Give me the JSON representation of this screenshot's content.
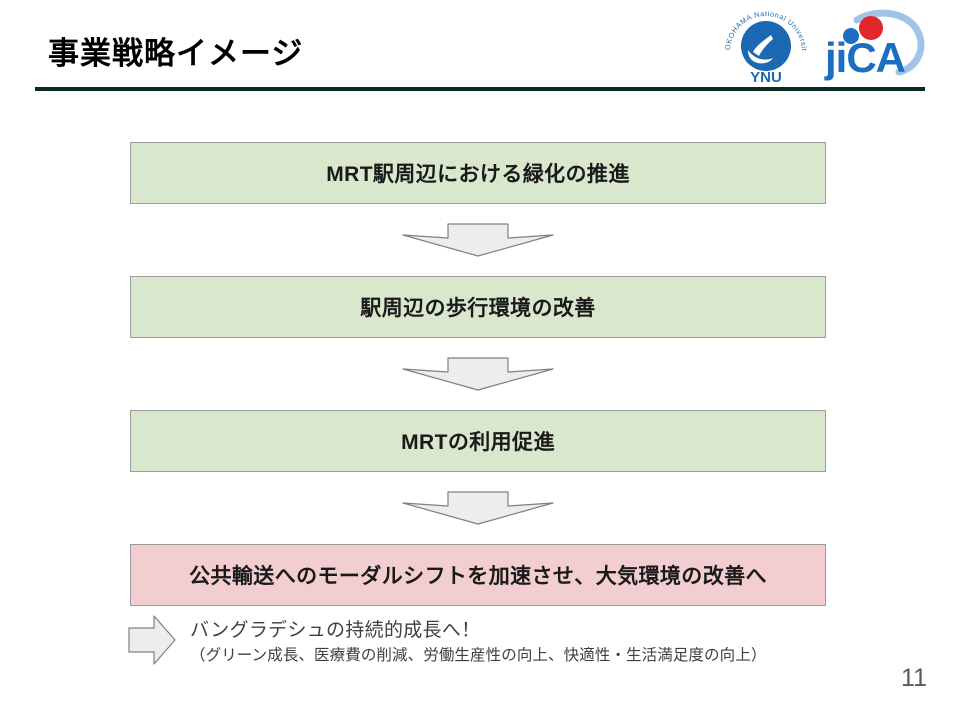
{
  "slide": {
    "title": "事業戦略イメージ",
    "page_number": "11",
    "rule_color": "#0b2a23"
  },
  "logos": [
    {
      "name": "ynu-logo",
      "alt_text": "YNU",
      "curved_text": "YOKOHAMA National University",
      "wordmark": "YNU",
      "color": "#1b68b3"
    },
    {
      "name": "jica-logo",
      "alt_text": "JICA",
      "wordmark": "jiCA",
      "color": "#1b6ec2",
      "accent_color": "#e1262c",
      "arc_color": "#9fc4e8"
    }
  ],
  "flow": {
    "boxes": [
      {
        "label": "MRT駅周辺における緑化の推進",
        "fill": "#d9e7cd",
        "style": "green"
      },
      {
        "label": "駅周辺の歩行環境の改善",
        "fill": "#d9e7cd",
        "style": "green"
      },
      {
        "label": "MRTの利用促進",
        "fill": "#d9e7cd",
        "style": "green"
      },
      {
        "label": "公共輸送へのモーダルシフトを加速させ、大気環境の改善へ",
        "fill": "#f2ced0",
        "style": "pink"
      }
    ],
    "connector": {
      "name": "down-arrow-icon",
      "fill": "#ededed",
      "stroke": "#808080",
      "direction": "down"
    }
  },
  "footer": {
    "arrow": {
      "name": "right-arrow-icon",
      "fill": "#ededed",
      "stroke": "#808080",
      "direction": "right"
    },
    "line1": "バングラデシュの持続的成長へ！",
    "line2": "（グリーン成長、医療費の削減、労働生産性の向上、快適性・生活満足度の向上）",
    "text_color": "#3f3f3f"
  }
}
